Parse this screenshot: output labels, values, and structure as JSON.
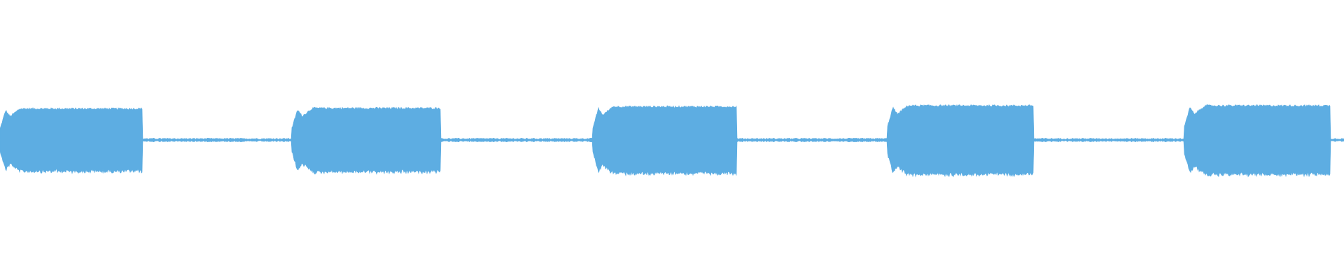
{
  "waveform": {
    "color": "#5dade2",
    "background": "#ffffff",
    "amplitude_scale": 1.0,
    "segments": [
      {
        "kind": "tone",
        "start": 0.0,
        "end": 0.106,
        "level": 0.62
      },
      {
        "kind": "silence",
        "start": 0.106,
        "end": 0.217,
        "level": 0.025
      },
      {
        "kind": "tone",
        "start": 0.217,
        "end": 0.328,
        "level": 0.63
      },
      {
        "kind": "silence",
        "start": 0.328,
        "end": 0.441,
        "level": 0.025
      },
      {
        "kind": "tone",
        "start": 0.441,
        "end": 0.548,
        "level": 0.66
      },
      {
        "kind": "silence",
        "start": 0.548,
        "end": 0.66,
        "level": 0.025
      },
      {
        "kind": "tone",
        "start": 0.66,
        "end": 0.769,
        "level": 0.68
      },
      {
        "kind": "silence",
        "start": 0.769,
        "end": 0.881,
        "level": 0.025
      },
      {
        "kind": "tone",
        "start": 0.881,
        "end": 0.99,
        "level": 0.68
      },
      {
        "kind": "silence",
        "start": 0.99,
        "end": 1.0,
        "level": 0.025
      }
    ]
  }
}
